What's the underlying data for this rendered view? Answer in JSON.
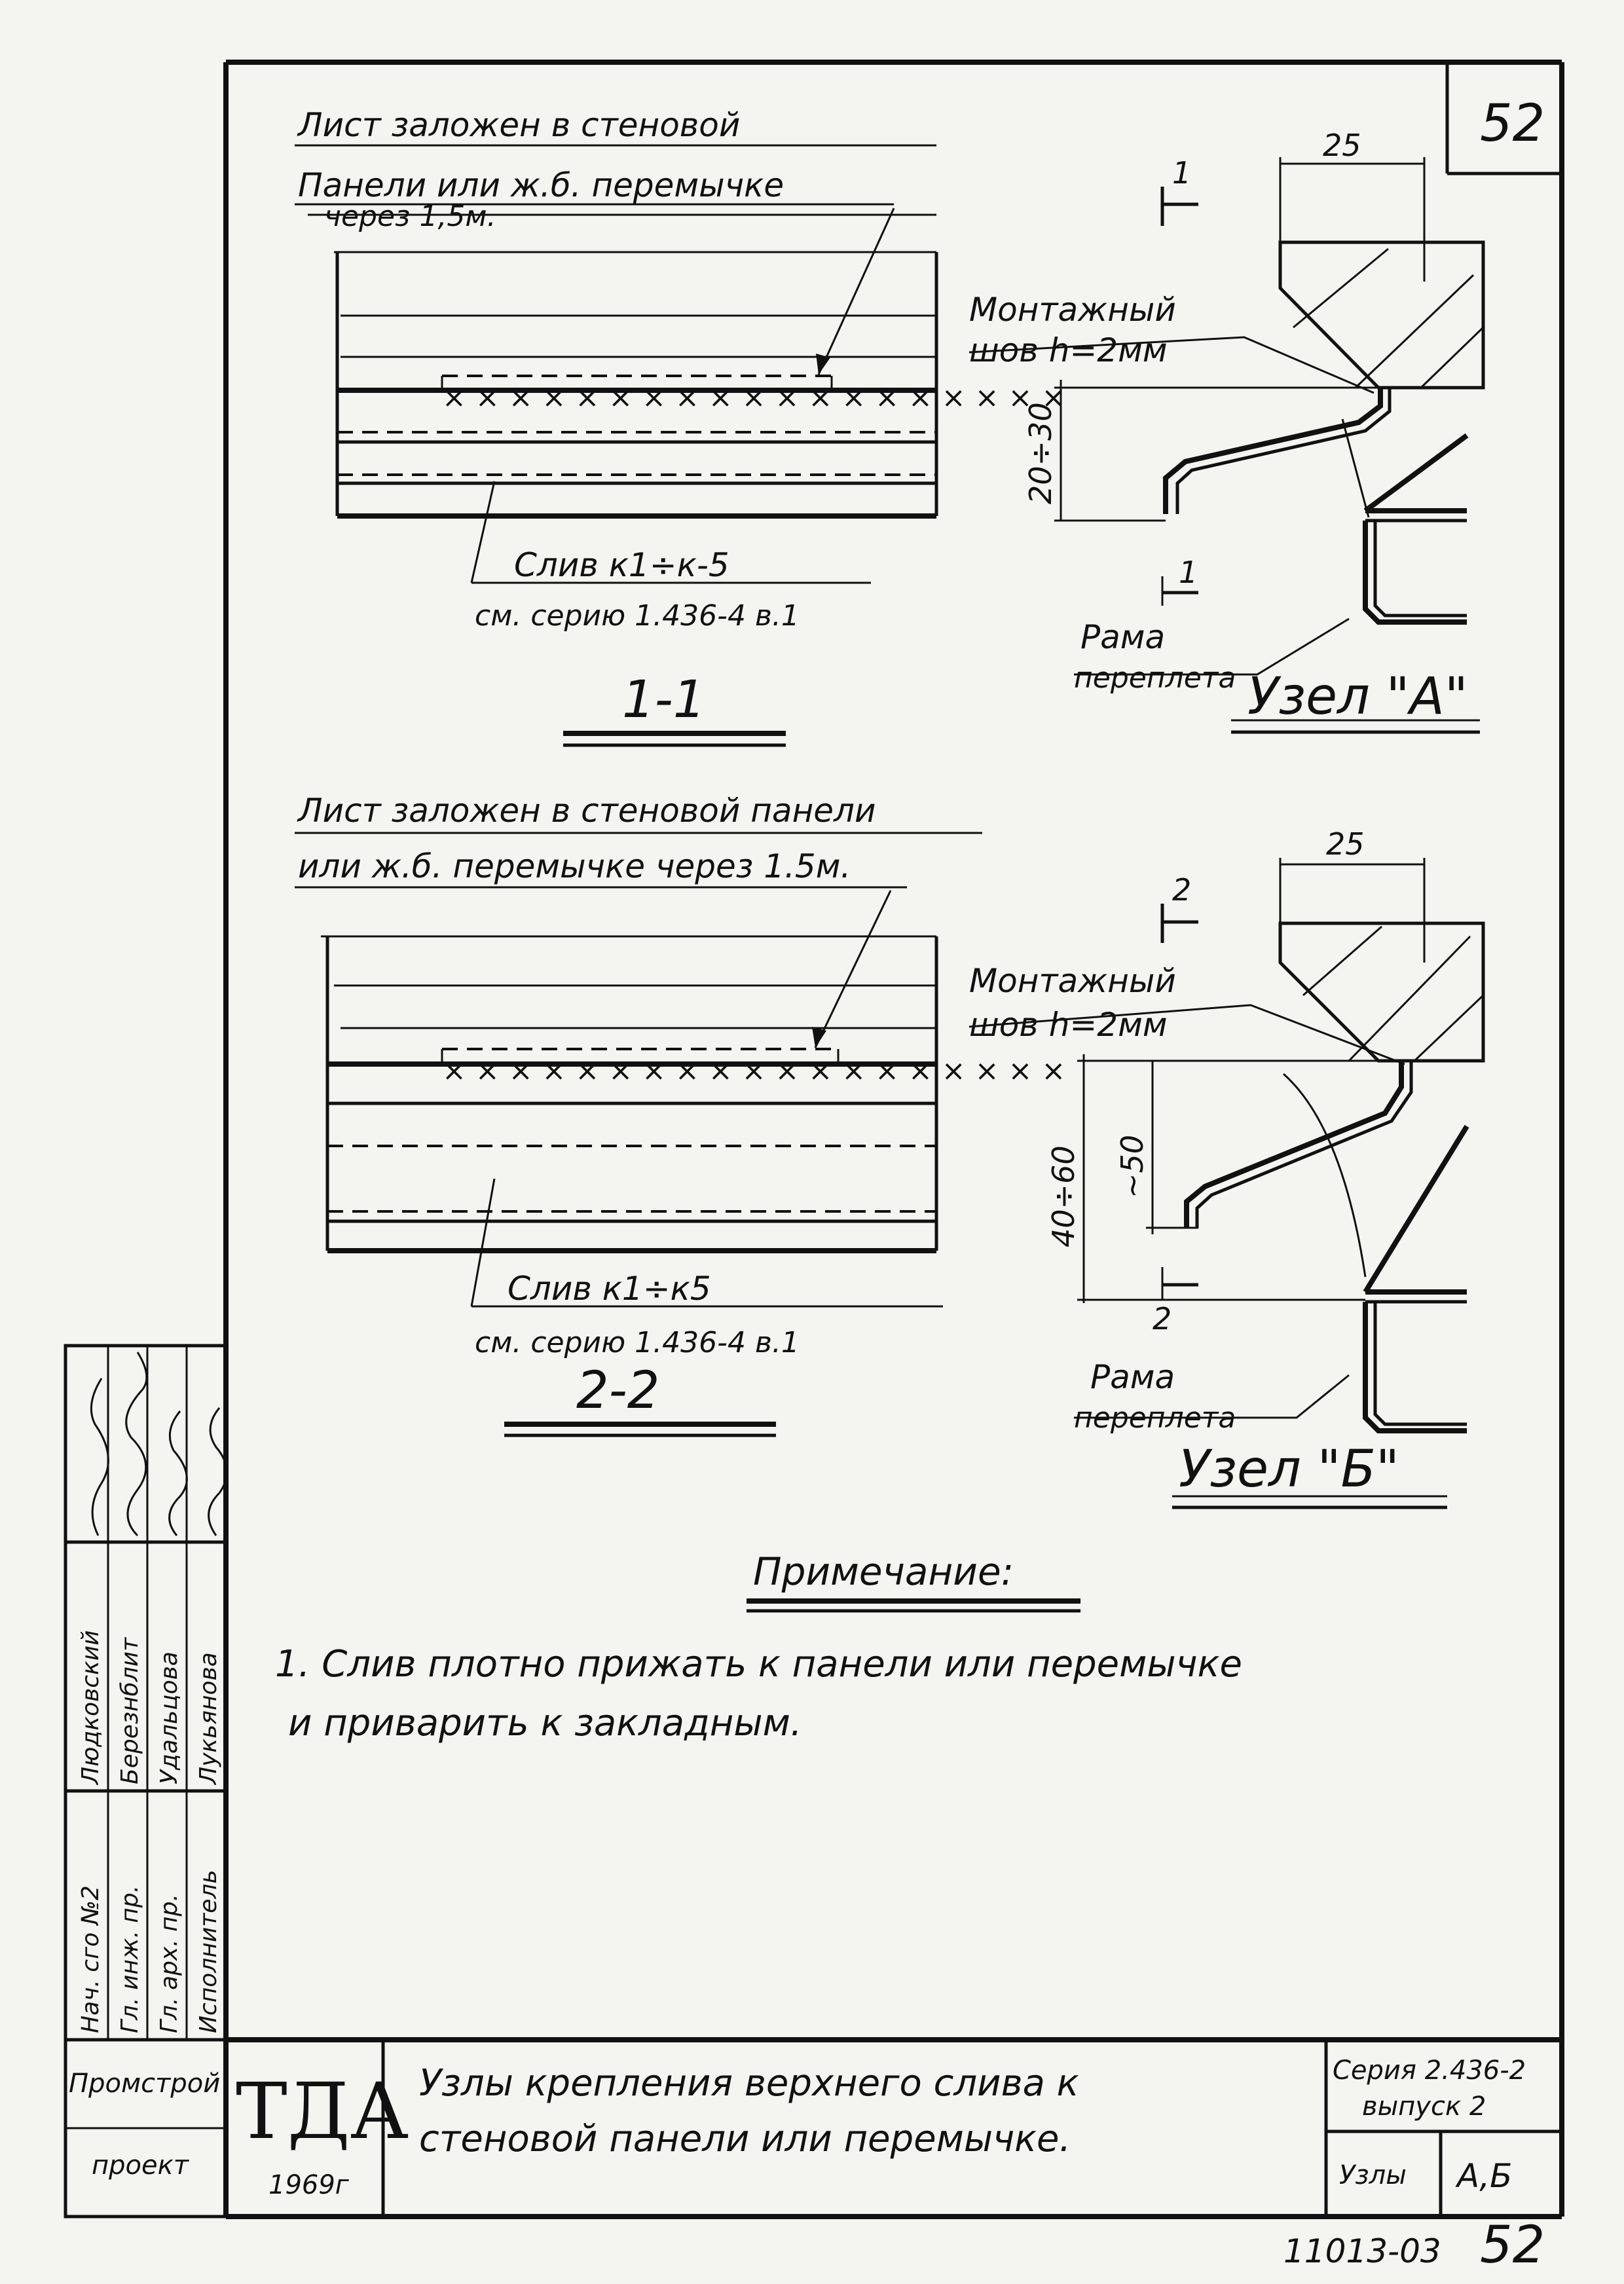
{
  "sheet": {
    "page_number": "52",
    "bottom_code": "11013-03",
    "bottom_page": "52"
  },
  "section_1": {
    "callout_line1": "Лист заложен в стеновой",
    "callout_line2": "Панели или ж.б. перемычке",
    "callout_line3": "через 1,5м.",
    "drain_label": "Слив к1÷к-5",
    "series_ref": "см. серию 1.436-4 в.1",
    "section_title": "1-1"
  },
  "node_a": {
    "dim_width": "25",
    "weld_line1": "Монтажный",
    "weld_line2": "шов h=2мм",
    "dim_height": "20÷30",
    "cut_mark": "1",
    "frame_line1": "Рама",
    "frame_line2": "переплета",
    "node_title": "Узел \"А\""
  },
  "section_2": {
    "callout_line1": "Лист заложен в стеновой панели",
    "callout_line2": "или ж.б. перемычке через 1.5м.",
    "drain_label": "Слив к1÷к5",
    "series_ref": "см. серию 1.436-4 в.1",
    "section_title": "2-2"
  },
  "node_b": {
    "dim_width": "25",
    "weld_line1": "Монтажный",
    "weld_line2": "шов h=2мм",
    "dim_outer": "40÷60",
    "dim_inner": "~50",
    "cut_mark": "2",
    "frame_line1": "Рама",
    "frame_line2": "переплета",
    "node_title": "Узел \"Б\""
  },
  "note": {
    "heading": "Примечание:",
    "line1": "1. Слив плотно прижать к панели или перемычке",
    "line2": "и приварить к закладным."
  },
  "title_block": {
    "logo": "ТДА",
    "year": "1969г",
    "title_line1": "Узлы крепления верхнего слива к",
    "title_line2": "стеновой панели или перемычке.",
    "series": "Серия 2.436-2",
    "issue": "выпуск 2",
    "sheet_type": "Узлы",
    "nodes": "А,Б",
    "org_line1": "Промстрой",
    "org_line2": "проект"
  },
  "signatures": {
    "roles": [
      "Нач. сго №2",
      "Гл. инж. пр.",
      "Гл. арх. пр.",
      "Исполнитель"
    ],
    "names": [
      "Людковский",
      "Березнблит",
      "Удальцова",
      "Лукьянова"
    ]
  }
}
